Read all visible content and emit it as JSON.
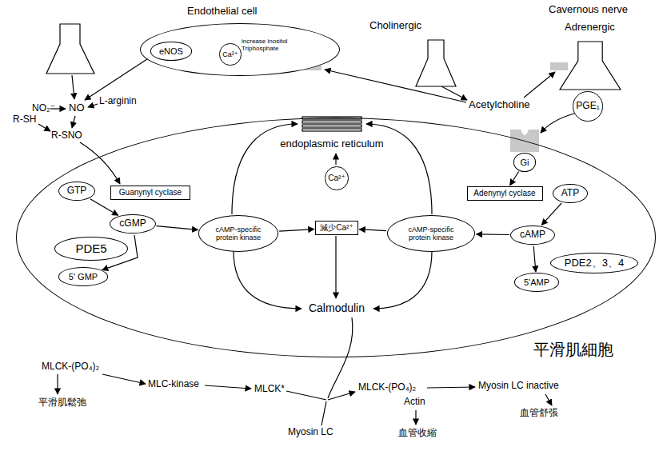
{
  "diagram": {
    "nodes": [
      {
        "text": [
          "Endothelial cell"
        ]
      },
      {
        "text": [
          "eNOS"
        ],
        "in": 0
      },
      {
        "text": [
          "Ca²⁺"
        ],
        "in": 0
      },
      {
        "text": [
          "Cholinergic"
        ]
      },
      {
        "text": [
          "Cavernous nerve",
          "Adrenergic"
        ]
      },
      {
        "text": [
          "PGE₁"
        ]
      },
      {
        "text": [
          "平滑肌細胞"
        ]
      },
      {
        "text": [
          "Gi"
        ],
        "in": 6
      },
      {
        "text": [
          "GTP"
        ],
        "in": 6
      },
      {
        "text": [
          "Guanynyl cyclase"
        ],
        "in": 6
      },
      {
        "text": [
          "ATP"
        ],
        "in": 6
      },
      {
        "text": [
          "Adenynyl cyclase"
        ],
        "in": 6
      },
      {
        "text": [
          "Ca²⁺"
        ],
        "in": 6
      },
      {
        "text": [
          "cGMP"
        ],
        "in": 6
      },
      {
        "text": [
          "cAMP-specific protein kinase"
        ],
        "in": 6
      },
      {
        "text": [
          "減少Ca²⁺"
        ],
        "in": 6
      },
      {
        "text": [
          "cAMP-specific protein kinase"
        ],
        "in": 6
      },
      {
        "text": [
          "cAMP"
        ],
        "in": 6
      },
      {
        "text": [
          "PDE5"
        ],
        "in": 6
      },
      {
        "text": [
          "PDE2、3、4"
        ],
        "in": 6
      },
      {
        "text": [
          "5' GMP"
        ],
        "in": 6
      },
      {
        "text": [
          "5'AMP"
        ],
        "in": 6
      }
    ],
    "edges": [
      {
        "from": 2,
        "to": 1,
        "arrow": "to"
      },
      {
        "from": 8,
        "to": 13,
        "arrow": "to"
      },
      {
        "from": 7,
        "to": 11,
        "arrow": "to"
      },
      {
        "from": 10,
        "to": 17,
        "arrow": "to"
      },
      {
        "from": 13,
        "to": 14,
        "arrow": "to"
      },
      {
        "from": 17,
        "to": 16,
        "arrow": "to"
      },
      {
        "from": 14,
        "to": 15,
        "arrow": "to"
      },
      {
        "from": 16,
        "to": 15,
        "arrow": "to"
      },
      {
        "from": 13,
        "to": 20,
        "arrow": "to"
      },
      {
        "from": 17,
        "to": 21,
        "arrow": "to"
      }
    ],
    "labels": [
      "increase inositol Triphosphate",
      "NO₂⁻",
      "NO",
      "L-arginin",
      "R-SH",
      "R-SNO",
      "Acetylcholine",
      "endoplasmic reticulum",
      "Calmodulin",
      "MLCK-(PO₄)₂",
      "平滑肌鬆弛",
      "MLC-kinase",
      "MLCK*",
      "Myosin LC",
      "MLCK-(PO₄)₂",
      "Myosin LC inactive",
      "Actin",
      "血管收縮",
      "血管舒張"
    ]
  }
}
